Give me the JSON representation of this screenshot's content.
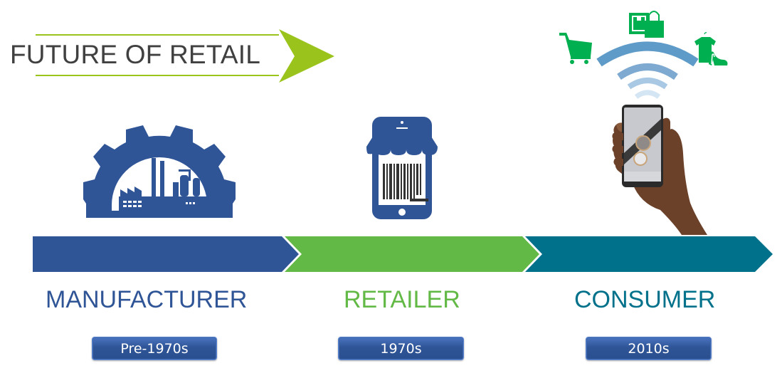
{
  "title": {
    "text": "FUTURE OF RETAIL",
    "text_color": "#404040",
    "accent_color": "#9ac31c"
  },
  "timeline": {
    "segments": [
      {
        "stage": "MANUFACTURER",
        "era": "Pre-1970s",
        "color": "#2f5597",
        "icon": "factory-gear-icon"
      },
      {
        "stage": "RETAILER",
        "era": "1970s",
        "color": "#63b946",
        "icon": "smartphone-shop-barcode-icon"
      },
      {
        "stage": "CONSUMER",
        "era": "2010s",
        "color": "#00718b",
        "icon": "hand-holding-smartphone-icon"
      }
    ]
  },
  "consumer_icons": [
    {
      "name": "shopping-cart-icon",
      "color": "#00b050"
    },
    {
      "name": "package-and-bag-icon",
      "color": "#00b050"
    },
    {
      "name": "shirt-and-heel-icon",
      "color": "#00b050"
    },
    {
      "name": "wifi-signal-icon",
      "color": "#5f9bc8"
    }
  ],
  "era_button_color": "#2f5597"
}
